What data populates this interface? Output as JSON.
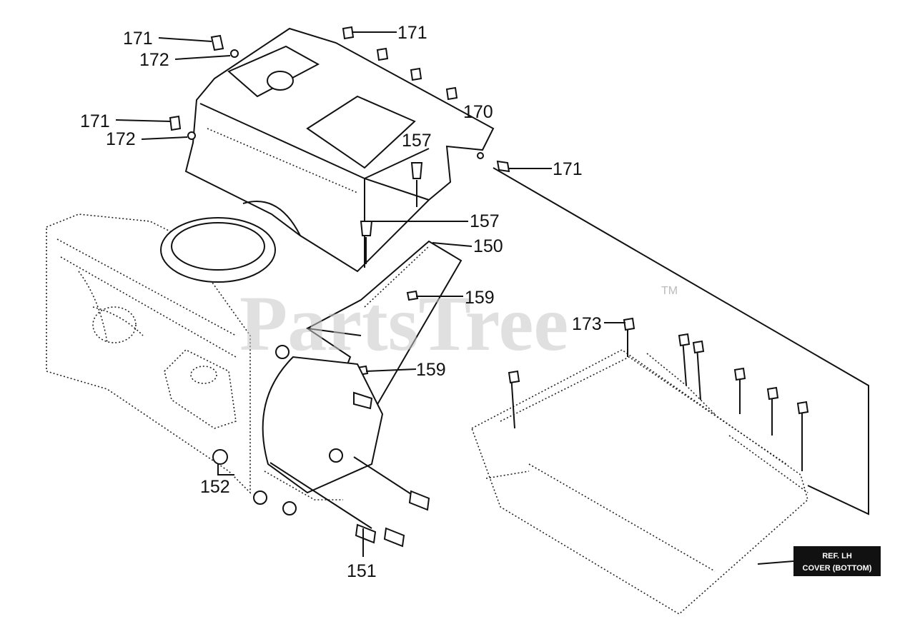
{
  "watermark": {
    "text": "PartsTree",
    "trademark": "TM"
  },
  "callouts": {
    "c171_a": "171",
    "c171_b": "171",
    "c171_c": "171",
    "c171_d": "171",
    "c172_a": "172",
    "c172_b": "172",
    "c170": "170",
    "c157_a": "157",
    "c157_b": "157",
    "c150": "150",
    "c159_a": "159",
    "c159_b": "159",
    "c173": "173",
    "c152": "152",
    "c151": "151"
  },
  "ref_box": {
    "line1": "REF. LH",
    "line2": "COVER (BOTTOM)"
  }
}
